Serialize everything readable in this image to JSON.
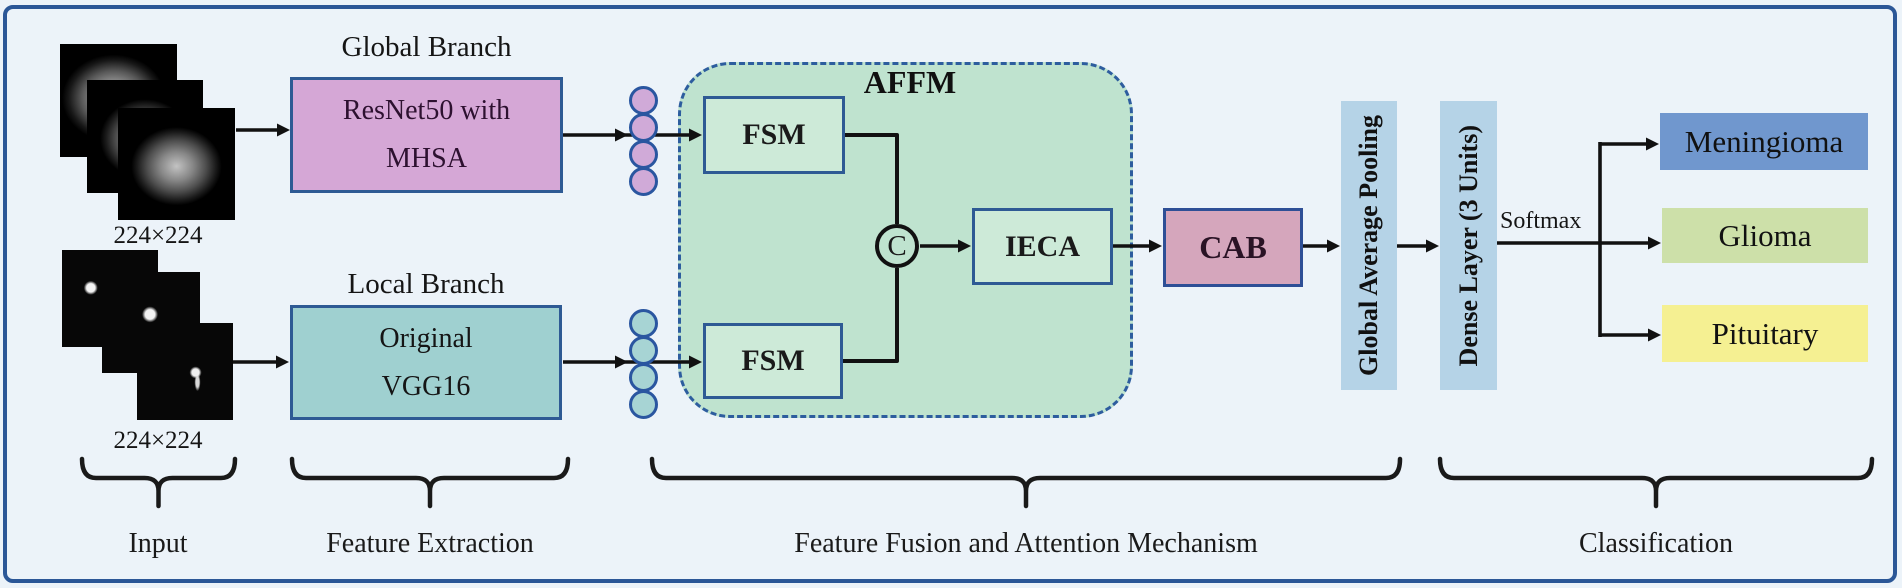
{
  "global_branch": {
    "title": "Global Branch",
    "box_line1": "ResNet50 with",
    "box_line2": "MHSA",
    "input_size": "224×224"
  },
  "local_branch": {
    "title": "Local Branch",
    "box_line1": "Original",
    "box_line2": "VGG16",
    "input_size": "224×224"
  },
  "affm": {
    "title": "AFFM",
    "fsm_top": "FSM",
    "fsm_bottom": "FSM",
    "concat_symbol": "C",
    "ieca": "IECA"
  },
  "pipeline": {
    "cab": "CAB",
    "gap": "Global Average Pooling",
    "dense": "Dense Layer (3 Units)",
    "softmax": "Softmax"
  },
  "classes": [
    {
      "label": "Meningioma",
      "color": "#7097ce"
    },
    {
      "label": "Glioma",
      "color": "#cde0a9"
    },
    {
      "label": "Pituitary",
      "color": "#f5f092"
    }
  ],
  "stages": [
    {
      "label": "Input"
    },
    {
      "label": "Feature Extraction"
    },
    {
      "label": "Feature Fusion and Attention Mechanism"
    },
    {
      "label": "Classification"
    }
  ],
  "colors": {
    "background": "#ecf3f9",
    "frame_border": "#2b5797",
    "resnet_fill": "#d5a7d6",
    "vgg_fill": "#9fd0d0",
    "affm_fill": "#bfe3cf",
    "fsm_fill": "#cdead8",
    "cab_fill": "#d5a6bc",
    "pooling_bar_fill": "#b5d3e7",
    "global_feature_circle": "#d0aad8",
    "local_feature_circle": "#a7d4d4",
    "box_border": "#2e5a94",
    "affm_dashed_border": "#2d5d9e",
    "arrow": "#111111"
  }
}
